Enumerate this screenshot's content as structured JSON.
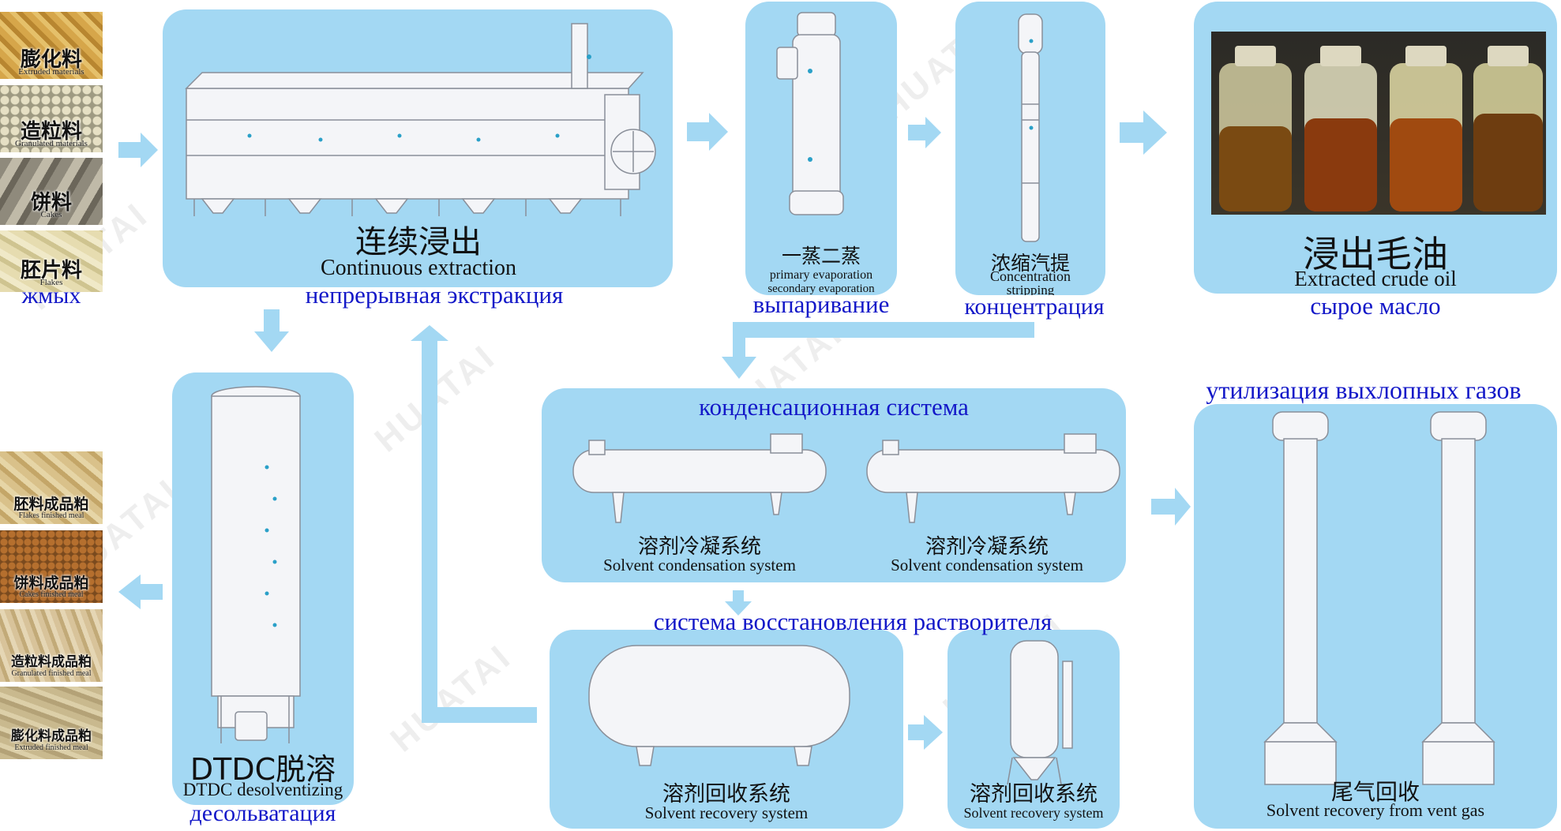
{
  "watermark": "HUATAI",
  "materials_in": [
    {
      "cn": "膨化料",
      "en": "Extruded materials"
    },
    {
      "cn": "造粒料",
      "en": "Granulated materials"
    },
    {
      "cn": "饼料",
      "en": "Cakes"
    },
    {
      "cn": "胚片料",
      "en": "Flakes"
    }
  ],
  "materials_in_ru": "жмых",
  "meal_out": [
    {
      "cn": "胚料成品粕",
      "en": "Flakes finished meal"
    },
    {
      "cn": "饼料成品粕",
      "en": "Cakes finished meal"
    },
    {
      "cn": "造粒料成品粕",
      "en": "Granulated finished meal"
    },
    {
      "cn": "膨化料成品粕",
      "en": "Extruded finished meal"
    }
  ],
  "extraction": {
    "cn": "连续浸出",
    "en": "Continuous extraction",
    "ru": "непрерывная экстракция"
  },
  "evaporation": {
    "cn": "一蒸二蒸",
    "en1": "primary evaporation",
    "en2": "secondary evaporation",
    "ru": "выпаривание"
  },
  "concentration": {
    "cn": "浓缩汽提",
    "en1": "Concentration",
    "en2": "stripping",
    "ru": "концентрация"
  },
  "crude_oil": {
    "cn": "浸出毛油",
    "en": "Extracted crude oil",
    "ru": "сырое масло"
  },
  "dtdc": {
    "cn": "DTDC脱溶",
    "en": "DTDC desolventizing",
    "ru": "десольватация"
  },
  "condensation": {
    "ru": "конденсационная система",
    "units": [
      {
        "cn": "溶剂冷凝系统",
        "en": "Solvent condensation system"
      },
      {
        "cn": "溶剂冷凝系统",
        "en": "Solvent condensation system"
      }
    ]
  },
  "recovery": {
    "ru": "система восстановления растворителя",
    "units": [
      {
        "cn": "溶剂回收系统",
        "en": "Solvent recovery system"
      },
      {
        "cn": "溶剂回收系统",
        "en": "Solvent recovery system"
      }
    ]
  },
  "vent_gas": {
    "cn": "尾气回收",
    "en": "Solvent recovery from vent gas",
    "ru": "утилизация выхлопных газов"
  },
  "colors": {
    "panel": "#a3d8f3",
    "arrow": "#a3d8f3",
    "russian_text": "#1318c8",
    "equipment": "#f4f5f8"
  }
}
